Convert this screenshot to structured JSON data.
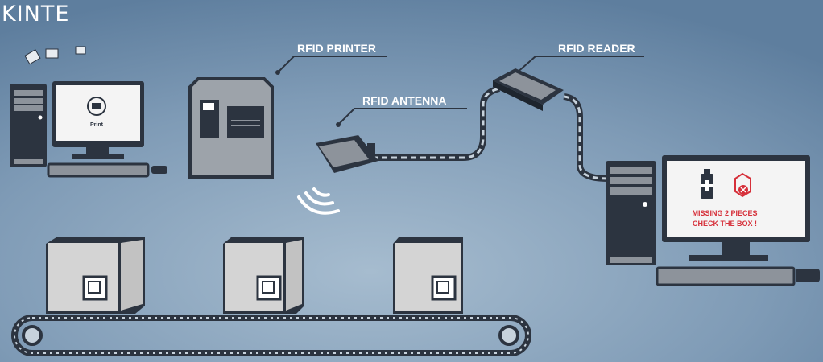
{
  "watermark": "KINTE",
  "labels": {
    "printer": "RFID PRINTER",
    "antenna": "RFID ANTENNA",
    "reader": "RFID READER"
  },
  "left_computer": {
    "screen_button": "Print"
  },
  "right_computer": {
    "alert_line1": "MISSING 2 PIECES",
    "alert_line2": "CHECK THE BOX !"
  },
  "colors": {
    "dark": "#2c3440",
    "alert": "#d6303a",
    "bg_top": "#5e7e9e",
    "bg_mid": "#98b0c6"
  }
}
